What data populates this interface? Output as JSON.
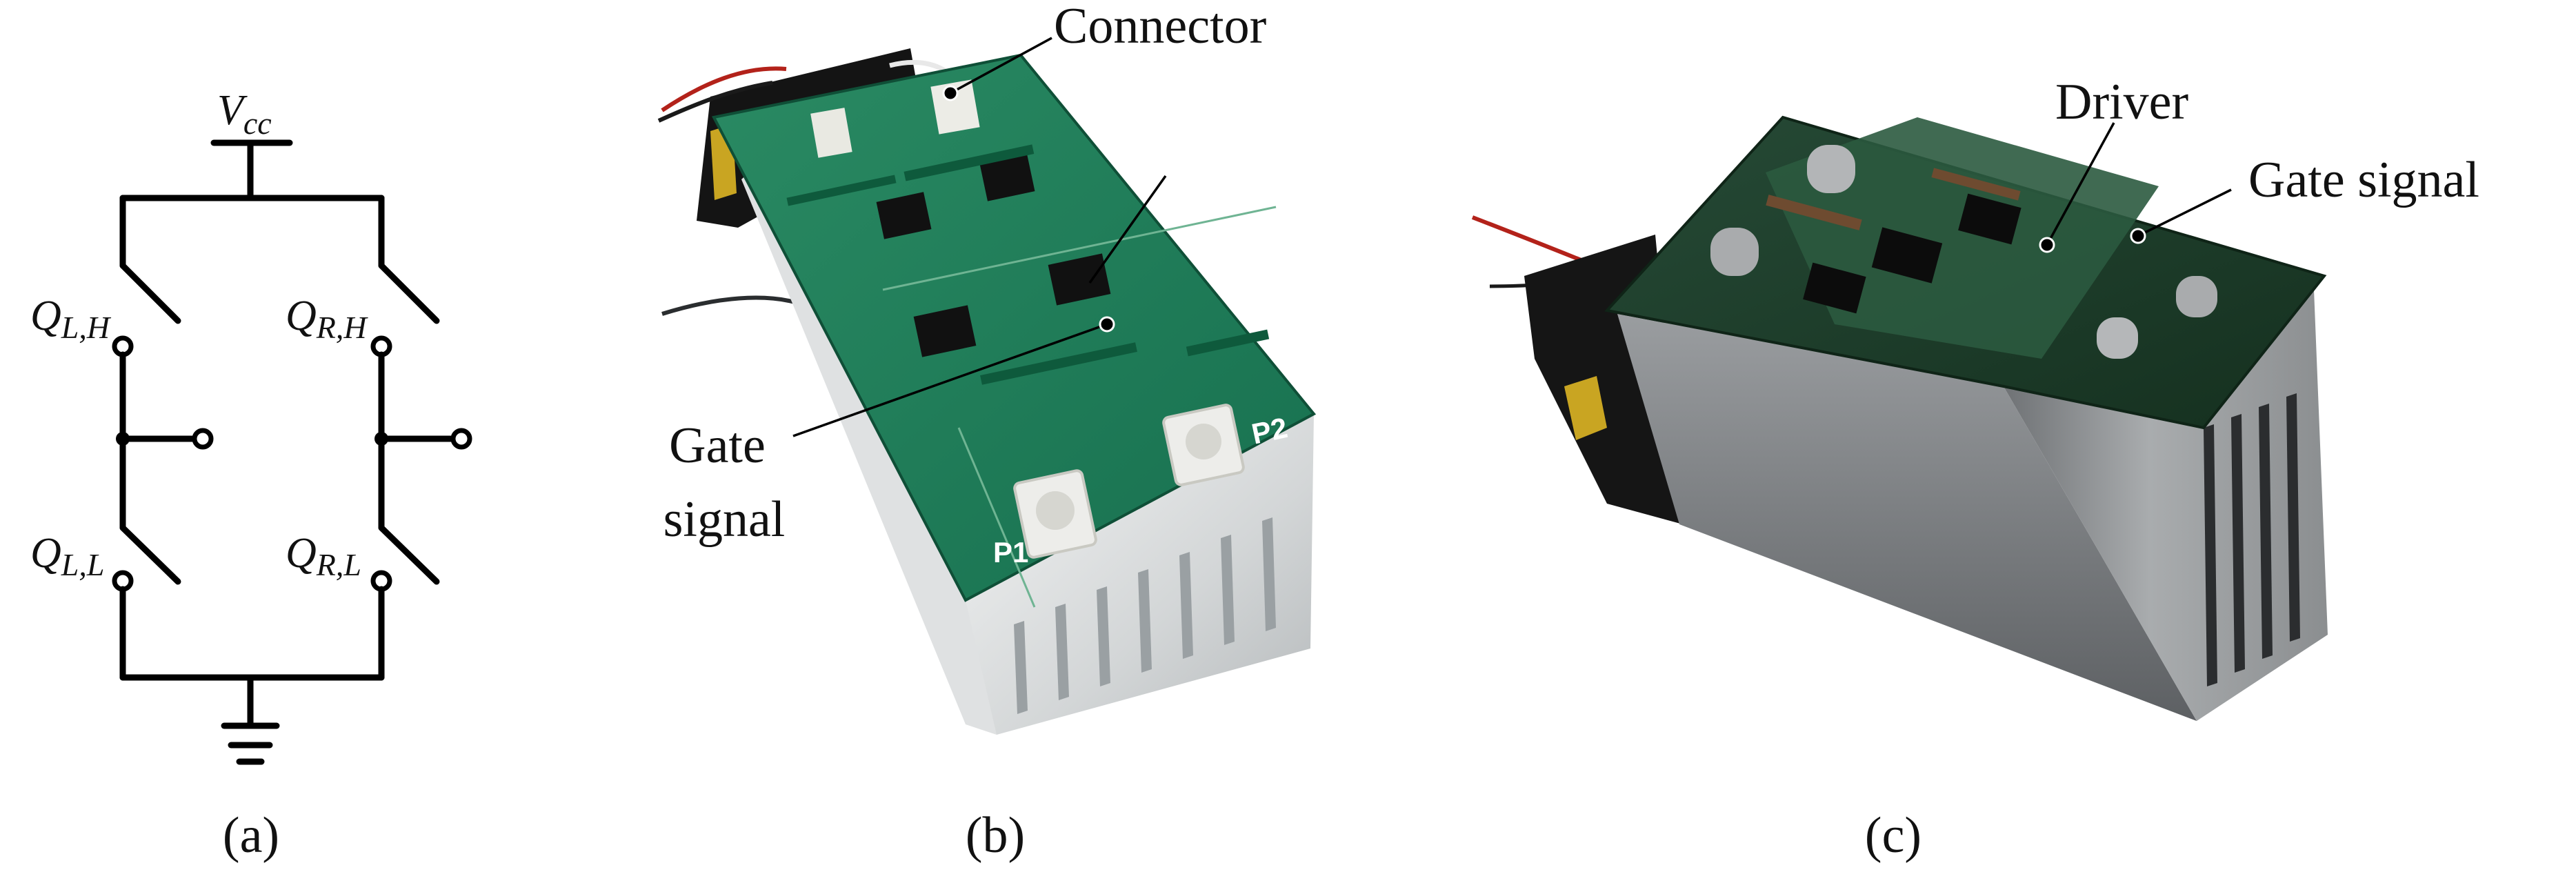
{
  "panels": {
    "a": {
      "caption": "(a)",
      "supply_label": "V",
      "supply_sub": "cc",
      "switches": [
        {
          "main": "Q",
          "sub": "L,H"
        },
        {
          "main": "Q",
          "sub": "R,H"
        },
        {
          "main": "Q",
          "sub": "L,L"
        },
        {
          "main": "Q",
          "sub": "R,L"
        }
      ]
    },
    "b": {
      "caption": "(b)",
      "callouts": {
        "connector": "Connector",
        "gate_signal_line1": "Gate",
        "gate_signal_line2": "signal"
      },
      "board_marks": {
        "p1": "P1",
        "p2": "P2"
      }
    },
    "c": {
      "caption": "(c)",
      "callouts": {
        "driver": "Driver",
        "gate_signal": "Gate signal"
      }
    }
  },
  "colors": {
    "pcb_green": "#1f7a58",
    "heatsink_silver": "#d8dadb",
    "dark_pcb": "#1d3b2a",
    "fan_black": "#151515"
  },
  "icon_names": [
    "ground-icon",
    "switch-icon",
    "terminal-icon"
  ]
}
